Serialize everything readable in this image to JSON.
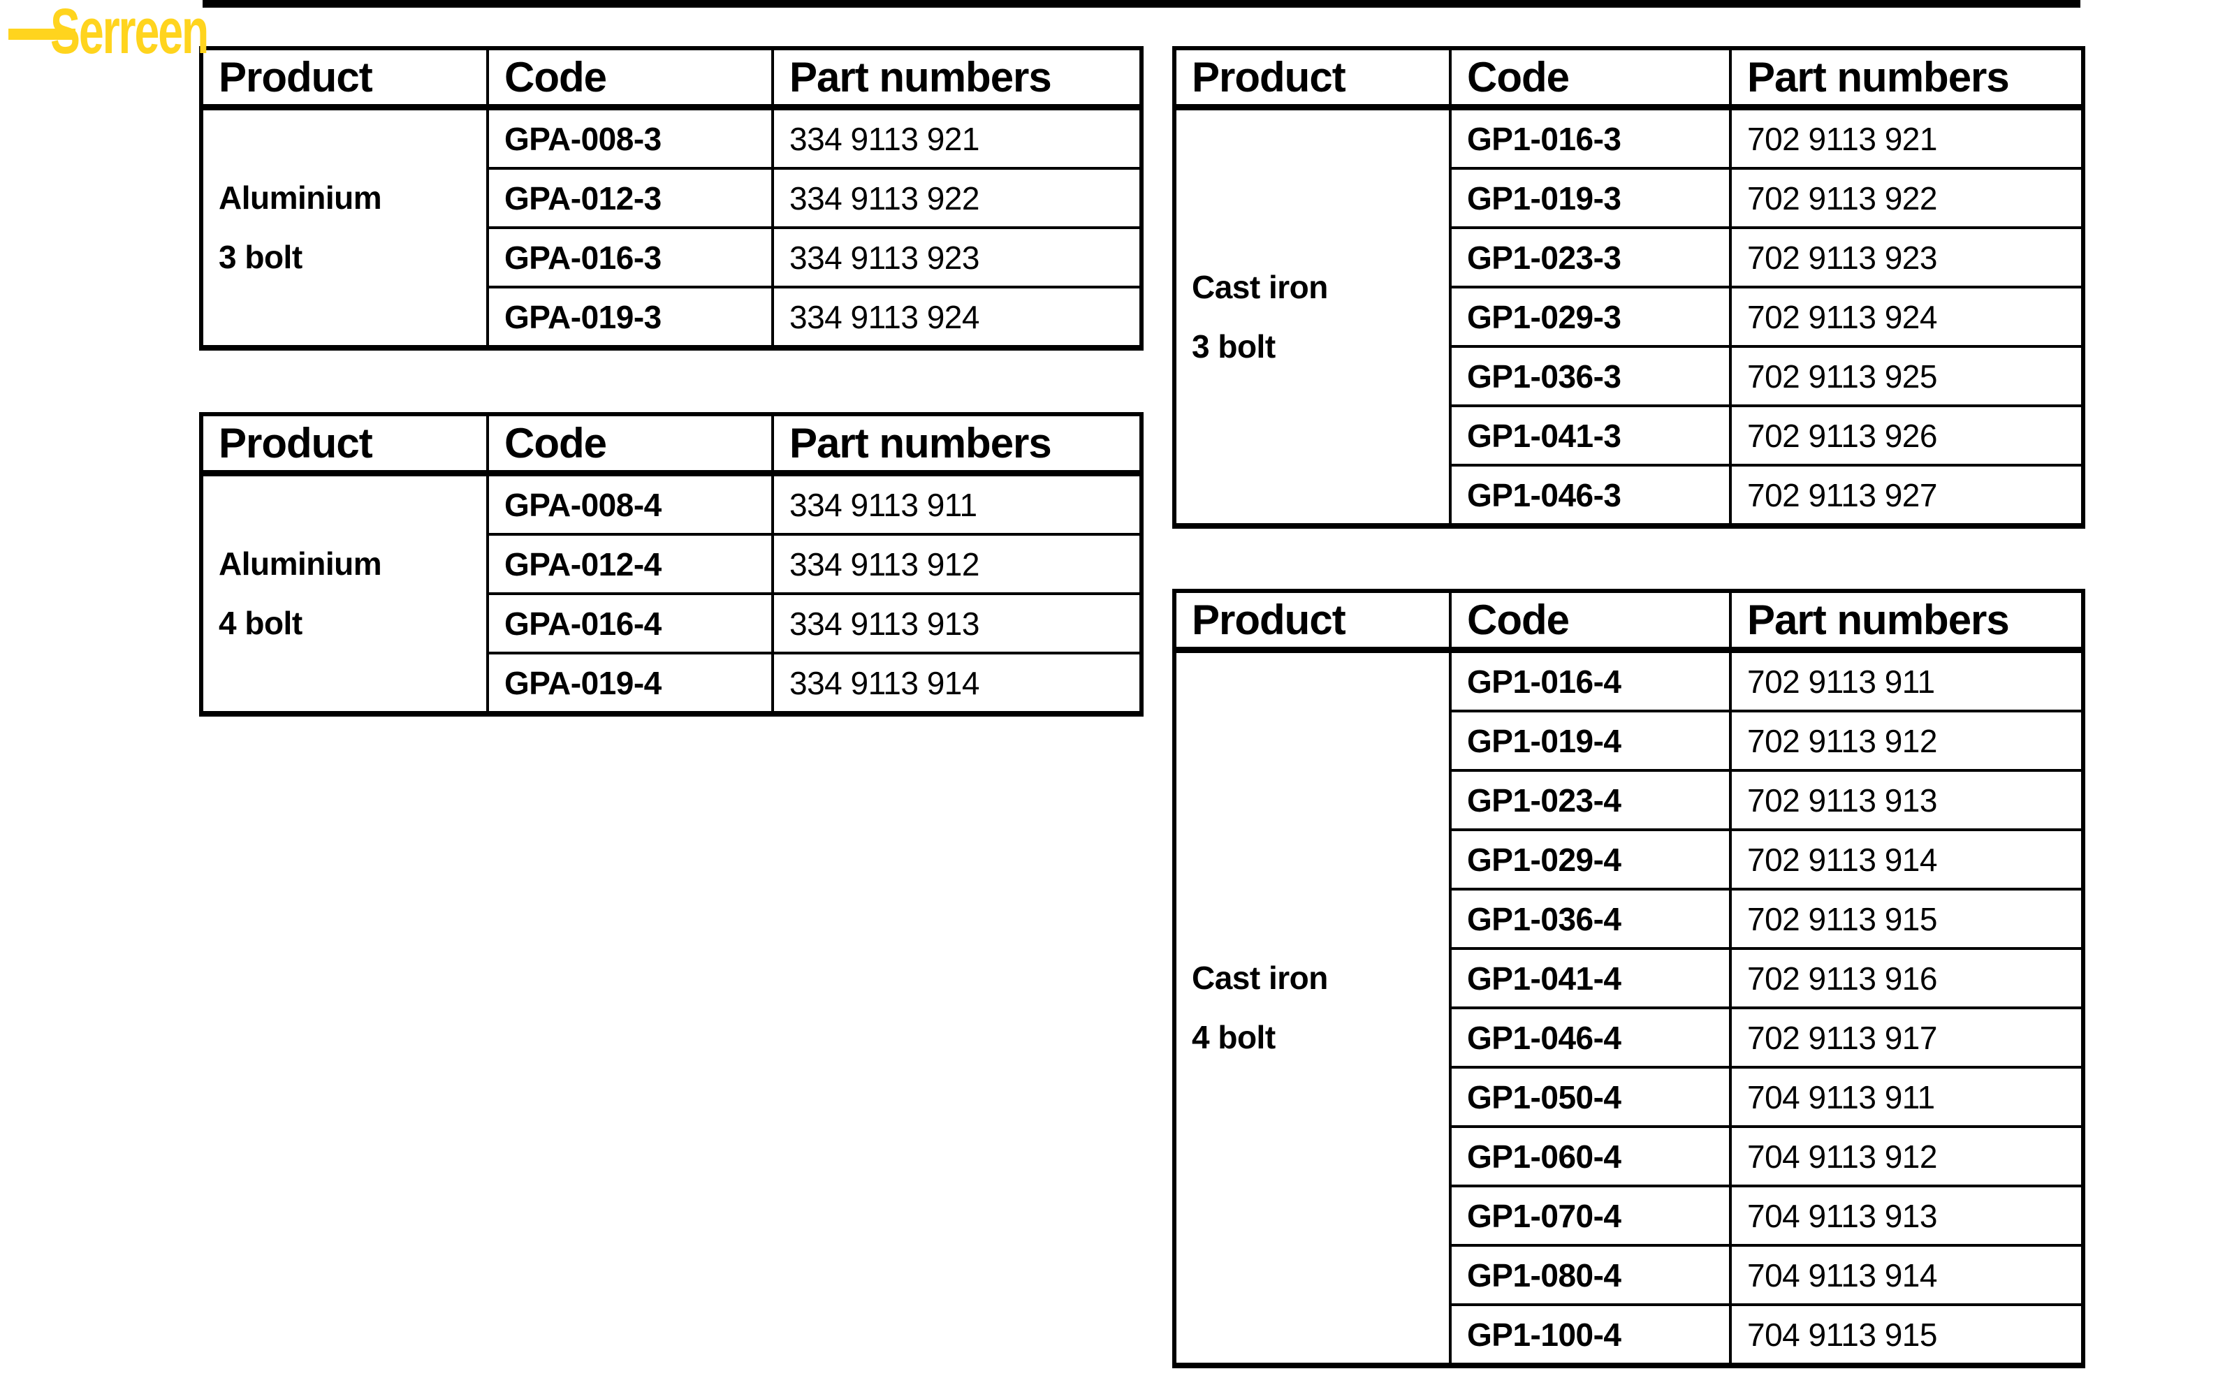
{
  "theme": {
    "yellow": "#FFD41E",
    "ink": "#000000",
    "paper": "#FFFFFF"
  },
  "logo": {
    "text": "Serreen"
  },
  "tables": [
    {
      "id": "aluminium-3-bolt",
      "headers": [
        "Product",
        "Code",
        "Part numbers"
      ],
      "product_lines": [
        "Aluminium",
        "3 bolt"
      ],
      "rows": [
        {
          "code": "GPA-008-3",
          "part": "334 9113 921"
        },
        {
          "code": "GPA-012-3",
          "part": "334 9113 922"
        },
        {
          "code": "GPA-016-3",
          "part": "334 9113 923"
        },
        {
          "code": "GPA-019-3",
          "part": "334 9113 924"
        }
      ]
    },
    {
      "id": "aluminium-4-bolt",
      "headers": [
        "Product",
        "Code",
        "Part numbers"
      ],
      "product_lines": [
        "Aluminium",
        "4 bolt"
      ],
      "rows": [
        {
          "code": "GPA-008-4",
          "part": "334 9113 911"
        },
        {
          "code": "GPA-012-4",
          "part": "334 9113 912"
        },
        {
          "code": "GPA-016-4",
          "part": "334 9113 913"
        },
        {
          "code": "GPA-019-4",
          "part": "334 9113 914"
        }
      ]
    },
    {
      "id": "cast-iron-3-bolt",
      "headers": [
        "Product",
        "Code",
        "Part numbers"
      ],
      "product_lines": [
        "Cast iron",
        "3 bolt"
      ],
      "rows": [
        {
          "code": "GP1-016-3",
          "part": "702 9113 921"
        },
        {
          "code": "GP1-019-3",
          "part": "702 9113 922"
        },
        {
          "code": "GP1-023-3",
          "part": "702 9113 923"
        },
        {
          "code": "GP1-029-3",
          "part": "702 9113 924"
        },
        {
          "code": "GP1-036-3",
          "part": "702 9113 925"
        },
        {
          "code": "GP1-041-3",
          "part": "702 9113 926"
        },
        {
          "code": "GP1-046-3",
          "part": "702 9113 927"
        }
      ]
    },
    {
      "id": "cast-iron-4-bolt",
      "headers": [
        "Product",
        "Code",
        "Part numbers"
      ],
      "product_lines": [
        "Cast iron",
        "4 bolt"
      ],
      "rows": [
        {
          "code": "GP1-016-4",
          "part": "702 9113 911"
        },
        {
          "code": "GP1-019-4",
          "part": "702 9113 912"
        },
        {
          "code": "GP1-023-4",
          "part": "702 9113 913"
        },
        {
          "code": "GP1-029-4",
          "part": "702 9113 914"
        },
        {
          "code": "GP1-036-4",
          "part": "702 9113 915"
        },
        {
          "code": "GP1-041-4",
          "part": "702 9113 916"
        },
        {
          "code": "GP1-046-4",
          "part": "702 9113 917"
        },
        {
          "code": "GP1-050-4",
          "part": "704 9113 911"
        },
        {
          "code": "GP1-060-4",
          "part": "704 9113 912"
        },
        {
          "code": "GP1-070-4",
          "part": "704 9113 913"
        },
        {
          "code": "GP1-080-4",
          "part": "704 9113 914"
        },
        {
          "code": "GP1-100-4",
          "part": "704 9113 915"
        }
      ]
    }
  ]
}
